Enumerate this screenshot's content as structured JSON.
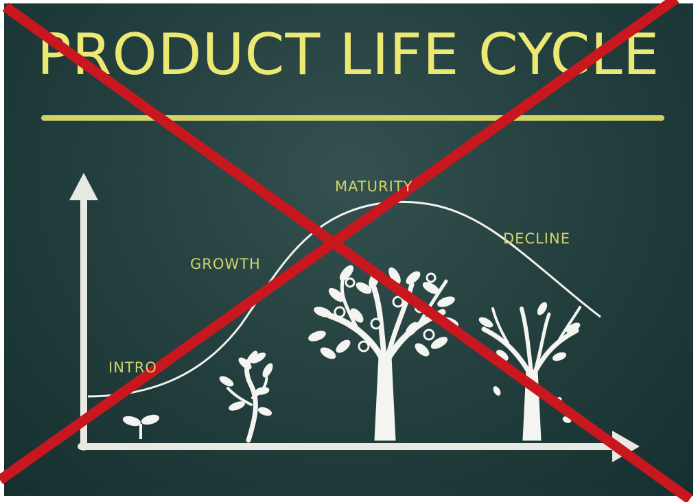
{
  "title": "PRODUCT LIFE CYCLE",
  "stages": {
    "intro": "INTRO",
    "growth": "GROWTH",
    "maturity": "MATURITY",
    "decline": "DECLINE"
  },
  "colors": {
    "board": "#24403f",
    "title": "#ece874",
    "label": "#cfd46a",
    "chalk": "#f2f2ee",
    "cross": "#c8171e"
  }
}
